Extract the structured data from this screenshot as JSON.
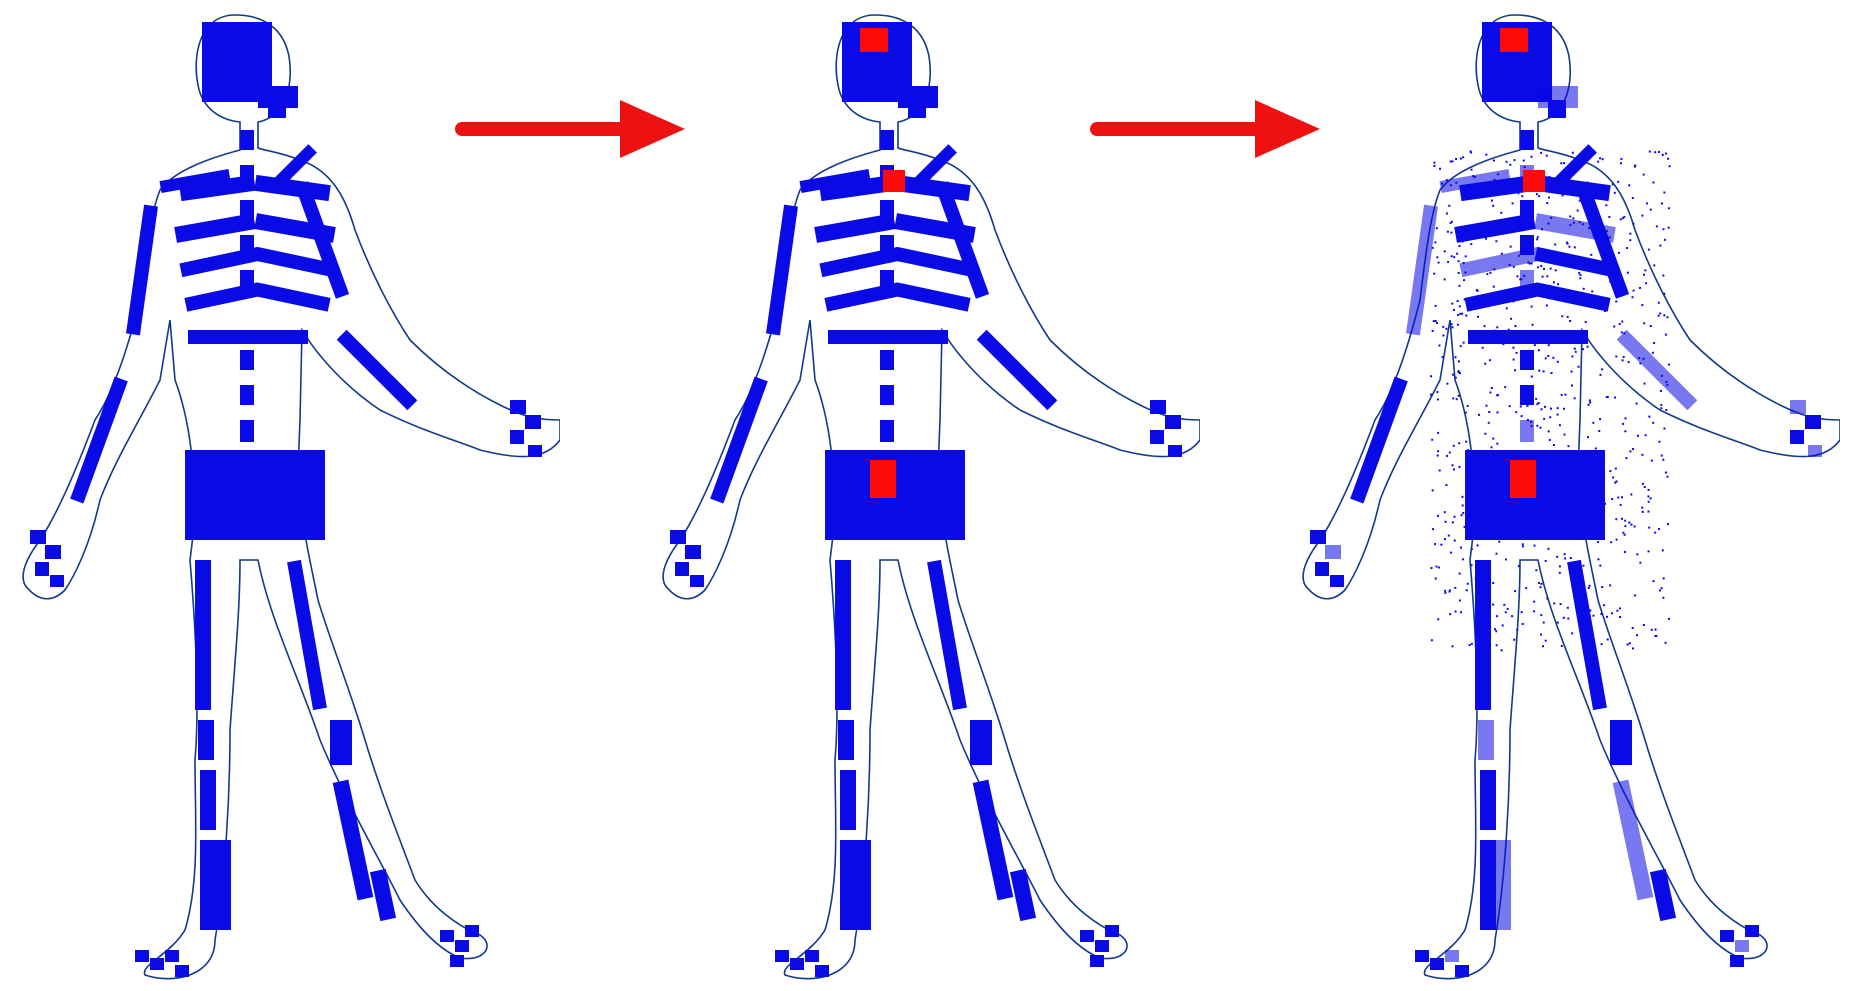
{
  "diagram": {
    "panels": [
      {
        "id": "stage-1",
        "highlighted_regions": []
      },
      {
        "id": "stage-2",
        "highlighted_regions": [
          "head",
          "sternum",
          "pelvis"
        ]
      },
      {
        "id": "stage-3",
        "highlighted_regions": [
          "head",
          "sternum",
          "pelvis"
        ],
        "texture": "speckled"
      }
    ],
    "arrows": [
      {
        "from": "stage-1",
        "to": "stage-2"
      },
      {
        "from": "stage-2",
        "to": "stage-3"
      }
    ]
  },
  "colors": {
    "skeleton": "#0a0ae6",
    "outline": "#123a8a",
    "highlight": "#ff0a0a",
    "arrow": "#ee1111",
    "background": "#ffffff"
  }
}
